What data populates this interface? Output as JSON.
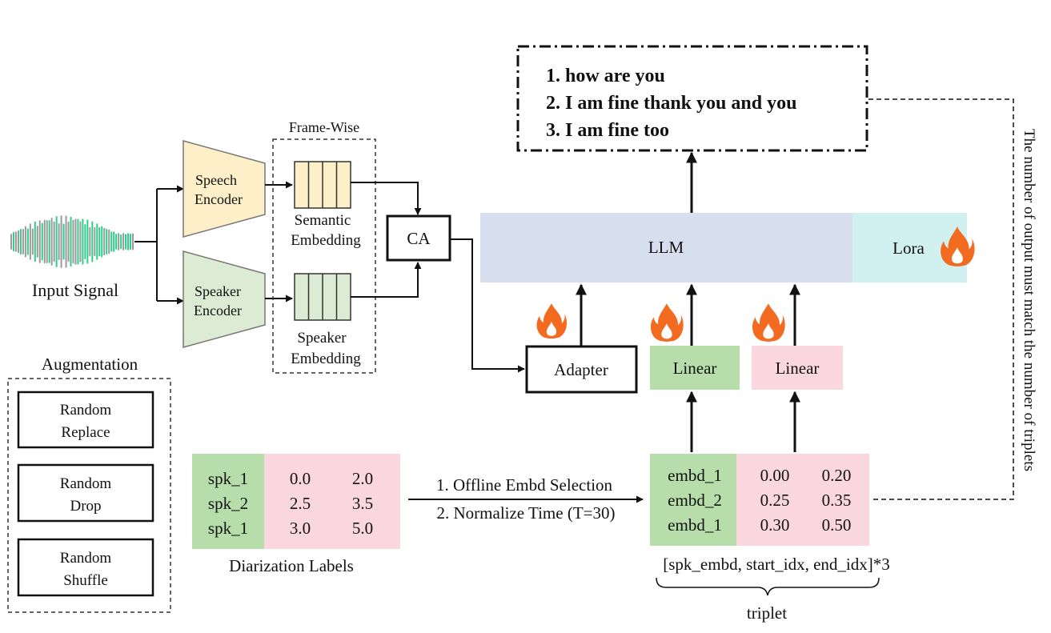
{
  "input": {
    "label": "Input Signal"
  },
  "encoders": {
    "speech": [
      "Speech",
      "Encoder"
    ],
    "speaker": [
      "Speaker",
      "Encoder"
    ],
    "speech_color": "#fdefc8",
    "speaker_color": "#dcebd3"
  },
  "frame_wise": {
    "title": "Frame-Wise",
    "semantic": [
      "Semantic",
      "Embedding"
    ],
    "speaker": [
      "Speaker",
      "Embedding"
    ],
    "semantic_color": "#fdefc8",
    "speaker_color": "#dcebd3"
  },
  "ca": {
    "label": "CA"
  },
  "llm": {
    "label": "LLM",
    "color": "#d7dfee"
  },
  "lora": {
    "label": "Lora",
    "color": "#d1f1f0"
  },
  "adapter": {
    "label": "Adapter"
  },
  "linear_green": {
    "label": "Linear",
    "color": "#b6ddaa"
  },
  "linear_pink": {
    "label": "Linear",
    "color": "#fad7de"
  },
  "output": {
    "lines": [
      "1. how are you",
      "2. I am fine thank you and you",
      "3. I am fine too"
    ]
  },
  "side_note": "The number of output must match the number of triplets",
  "augmentation": {
    "title": "Augmentation",
    "items": [
      [
        "Random",
        "Replace"
      ],
      [
        "Random",
        "Drop"
      ],
      [
        "Random",
        "Shuffle"
      ]
    ]
  },
  "diarization": {
    "caption": "Diarization Labels",
    "speakers": [
      "spk_1",
      "spk_2",
      "spk_1"
    ],
    "starts": [
      "0.0",
      "2.5",
      "3.0"
    ],
    "ends": [
      "2.0",
      "3.5",
      "5.0"
    ]
  },
  "steps": {
    "step1": "1. Offline Embd Selection",
    "step2": "2. Normalize Time (T=30)"
  },
  "triplets": {
    "embeddings": [
      "embd_1",
      "embd_2",
      "embd_1"
    ],
    "starts": [
      "0.00",
      "0.25",
      "0.30"
    ],
    "ends": [
      "0.20",
      "0.35",
      "0.50"
    ],
    "format": "[spk_embd, start_idx, end_idx]*3",
    "caption": "triplet"
  },
  "colors": {
    "green_cell": "#b6ddaa",
    "pink_cell": "#fad7de",
    "wave_gray": "#9a9a9a",
    "wave_green": "#2fcd8c",
    "fire_outer": "#f36b21",
    "fire_inner": "#ffffff"
  }
}
